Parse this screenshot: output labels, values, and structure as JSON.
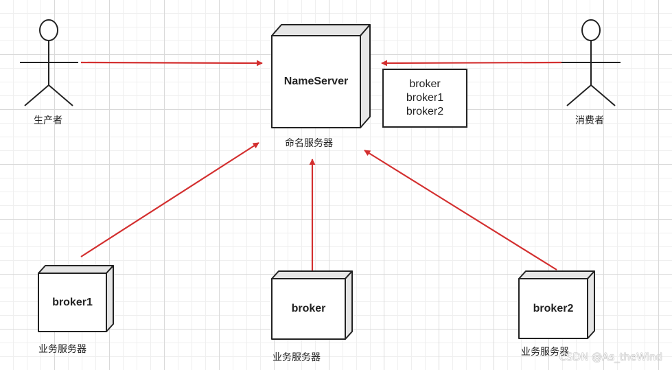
{
  "diagram": {
    "actors": {
      "producer_label": "生产者",
      "consumer_label": "消费者"
    },
    "nameserver": {
      "title": "NameServer",
      "caption": "命名服务器"
    },
    "broker_list": [
      "broker",
      "broker1",
      "broker2"
    ],
    "brokers": [
      {
        "title": "broker1",
        "caption": "业务服务器"
      },
      {
        "title": "broker",
        "caption": "业务服务器"
      },
      {
        "title": "broker2",
        "caption": "业务服务器"
      }
    ],
    "colors": {
      "arrow": "#d32f2f",
      "stroke": "#222222",
      "side_fill": "#e6e6e6"
    }
  },
  "watermark": "CSDN @As_theWind"
}
